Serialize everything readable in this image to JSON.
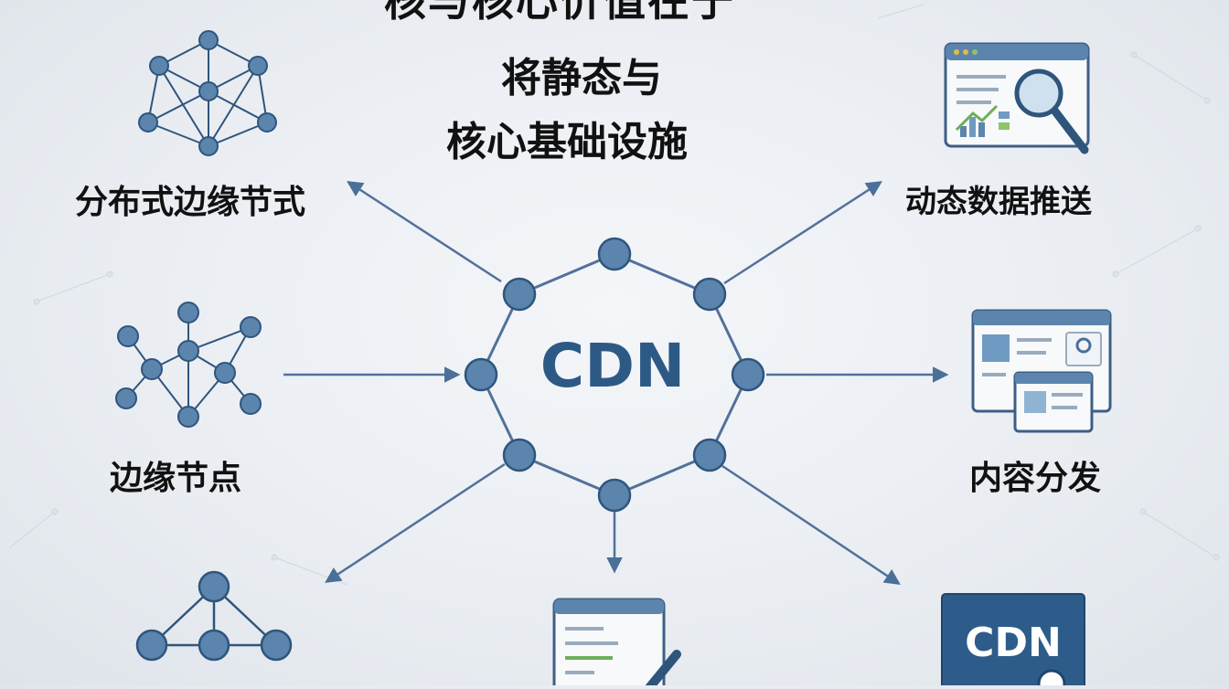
{
  "title": {
    "top": "核与核心价值在于",
    "line1": "将静态与",
    "line2": "核心基础设施"
  },
  "center": {
    "label": "CDN"
  },
  "labels": {
    "distributed_edge": "分布式边缘节式",
    "dynamic_push": "动态数据推送",
    "edge_nodes": "边缘节点",
    "content_delivery": "内容分发"
  },
  "badge": {
    "label": "CDN"
  },
  "colors": {
    "node_fill": "#5b85ad",
    "node_stroke": "#2f557d",
    "line": "#52719a",
    "arrow": "#4a6f99",
    "badge_bg": "#2e5c8a",
    "center_text": "#2d5a85"
  }
}
